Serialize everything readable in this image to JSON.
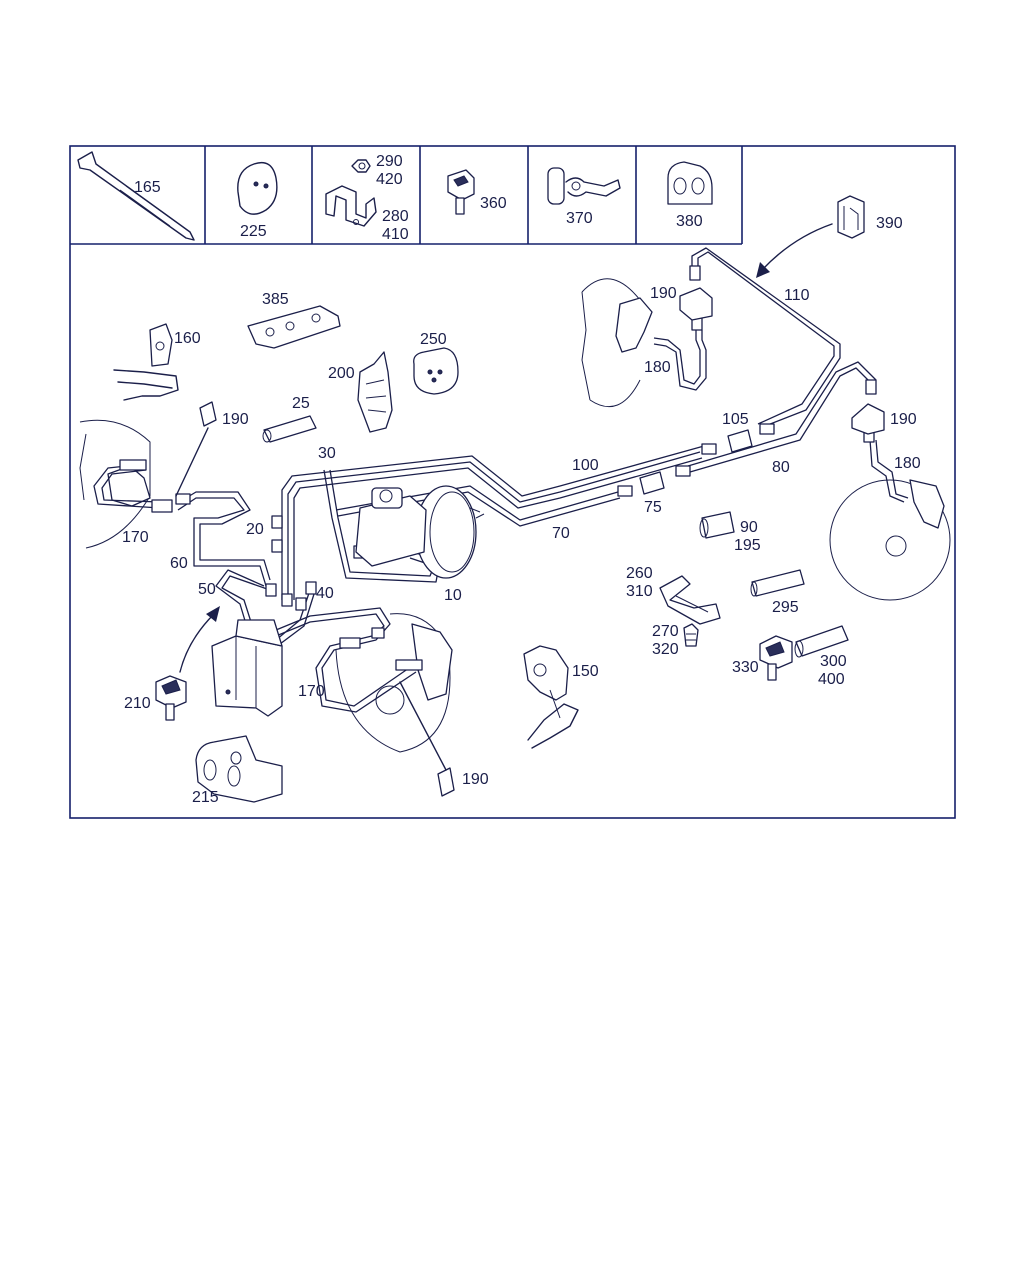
{
  "diagram": {
    "header_parts": [
      "165",
      "225",
      "290",
      "420",
      "280",
      "410",
      "360",
      "370",
      "380",
      "390"
    ],
    "labels": {
      "p165": "165",
      "p225": "225",
      "p290": "290",
      "p420": "420",
      "p280": "280",
      "p410": "410",
      "p360": "360",
      "p370": "370",
      "p380": "380",
      "p390": "390",
      "p385": "385",
      "p160": "160",
      "p250": "250",
      "p200": "200",
      "p25": "25",
      "p190a": "190",
      "p190b": "190",
      "p190c": "190",
      "p190d": "190",
      "p110": "110",
      "p180a": "180",
      "p180b": "180",
      "p30": "30",
      "p100": "100",
      "p105": "105",
      "p80": "80",
      "p170a": "170",
      "p170b": "170",
      "p20": "20",
      "p60": "60",
      "p50": "50",
      "p40": "40",
      "p10": "10",
      "p70": "70",
      "p75": "75",
      "p90": "90",
      "p195": "195",
      "p260": "260",
      "p310": "310",
      "p295": "295",
      "p270": "270",
      "p320": "320",
      "p330": "330",
      "p300": "300",
      "p400": "400",
      "p150": "150",
      "p210": "210",
      "p215": "215"
    }
  }
}
